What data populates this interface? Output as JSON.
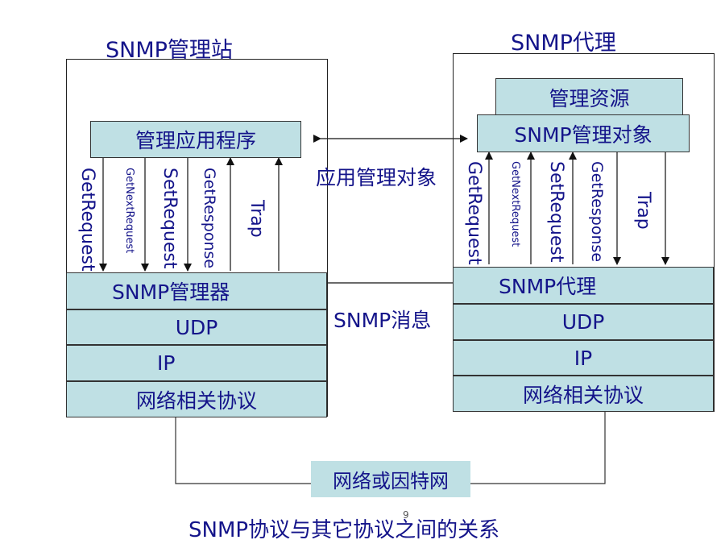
{
  "left": {
    "title": "SNMP管理站",
    "app_box": "管理应用程序",
    "ops": [
      "GetRequest",
      "GetNextRequest",
      "SetRequest",
      "GetResponse",
      "Trap"
    ],
    "layers": [
      "SNMP管理器",
      "UDP",
      "IP",
      "网络相关协议"
    ]
  },
  "right": {
    "title": "SNMP代理",
    "resource_box": "管理资源",
    "object_box": "SNMP管理对象",
    "ops": [
      "GetRequest",
      "GetNextRequest",
      "SetRequest",
      "GetResponse",
      "Trap"
    ],
    "layers": [
      "SNMP代理",
      "UDP",
      "IP",
      "网络相关协议"
    ]
  },
  "middle": {
    "upper_label": "应用管理对象",
    "lower_label": "SNMP消息"
  },
  "network": {
    "label": "网络或因特网"
  },
  "caption": "SNMP协议与其它协议之间的关系",
  "page_number": "9"
}
